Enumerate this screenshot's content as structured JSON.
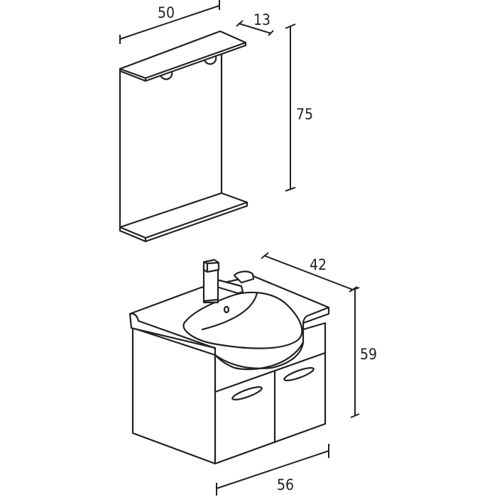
{
  "mirror_cabinet": {
    "width_label": "50",
    "depth_label": "13",
    "height_label": "75"
  },
  "vanity_unit": {
    "depth_label": "42",
    "height_label": "59",
    "width_label": "56"
  },
  "colors": {
    "line": "#231f20",
    "background": "#ffffff"
  }
}
